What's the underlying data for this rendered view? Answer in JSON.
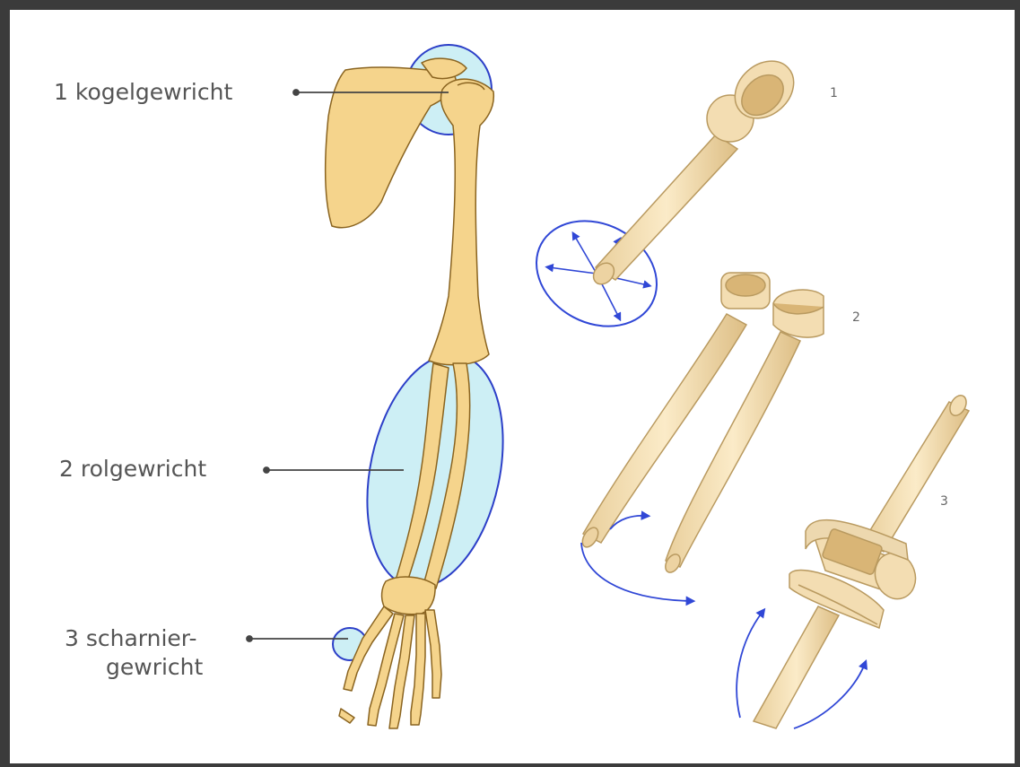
{
  "labels": {
    "ball_joint": "1 kogelgewricht",
    "pivot_joint": "2 rolgewricht",
    "hinge_joint_line1": "3 scharnier-",
    "hinge_joint_line2": "gewricht"
  },
  "model_numbers": {
    "model1": "1",
    "model2": "2",
    "model3": "3"
  },
  "colors": {
    "bone_fill": "#F5D48C",
    "bone_stroke": "#8A6420",
    "joint_highlight_fill": "#CDEFF5",
    "joint_highlight_stroke": "#2C3FC8",
    "model_fill": "#F3DDB2",
    "model_stroke": "#B99A60",
    "arrow": "#3047D6",
    "label_text": "#555555",
    "frame": "#3B3B3B"
  }
}
